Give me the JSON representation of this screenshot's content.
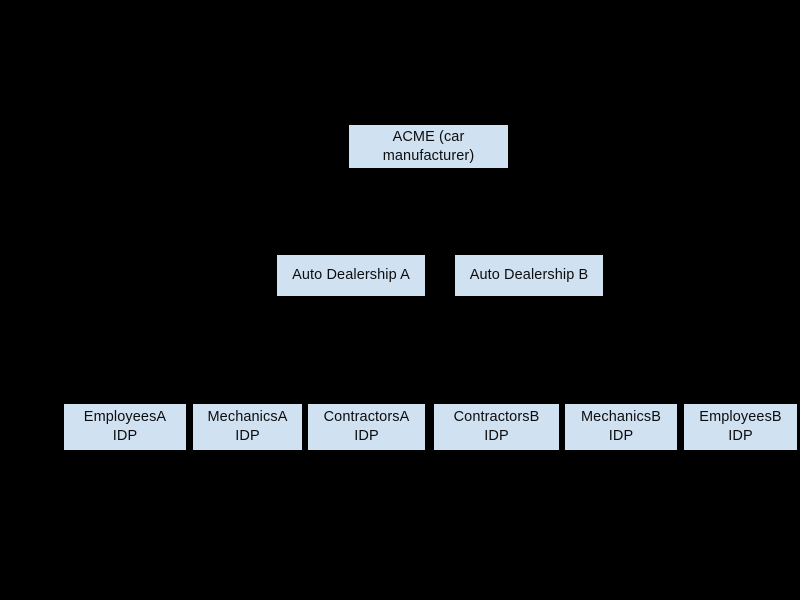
{
  "diagram": {
    "type": "hierarchy-tree",
    "background_color": "#000000",
    "node_fill_color": "#d0e1f2",
    "node_border_color": "#d0e1f2",
    "node_text_color": "#0d0d0d",
    "edge_color": "#000000",
    "levels": [
      {
        "level": 0,
        "nodes": [
          {
            "id": "acme",
            "label": "ACME (car\nmanufacturer)"
          }
        ]
      },
      {
        "level": 1,
        "nodes": [
          {
            "id": "dealer-a",
            "label": "Auto Dealership A"
          },
          {
            "id": "dealer-b",
            "label": "Auto Dealership B"
          }
        ]
      },
      {
        "level": 2,
        "nodes": [
          {
            "id": "employees-a",
            "label": "EmployeesA\nIDP"
          },
          {
            "id": "mechanics-a",
            "label": "MechanicsA\nIDP"
          },
          {
            "id": "contractors-a",
            "label": "ContractorsA\nIDP"
          },
          {
            "id": "contractors-b",
            "label": "ContractorsB\nIDP"
          },
          {
            "id": "mechanics-b",
            "label": "MechanicsB\nIDP"
          },
          {
            "id": "employees-b",
            "label": "EmployeesB\nIDP"
          }
        ]
      }
    ],
    "edges": [
      {
        "from": "acme",
        "to": "dealer-a"
      },
      {
        "from": "acme",
        "to": "dealer-b"
      },
      {
        "from": "dealer-a",
        "to": "employees-a"
      },
      {
        "from": "dealer-a",
        "to": "mechanics-a"
      },
      {
        "from": "dealer-a",
        "to": "contractors-a"
      },
      {
        "from": "dealer-b",
        "to": "contractors-b"
      },
      {
        "from": "dealer-b",
        "to": "mechanics-b"
      },
      {
        "from": "dealer-b",
        "to": "employees-b"
      }
    ]
  }
}
